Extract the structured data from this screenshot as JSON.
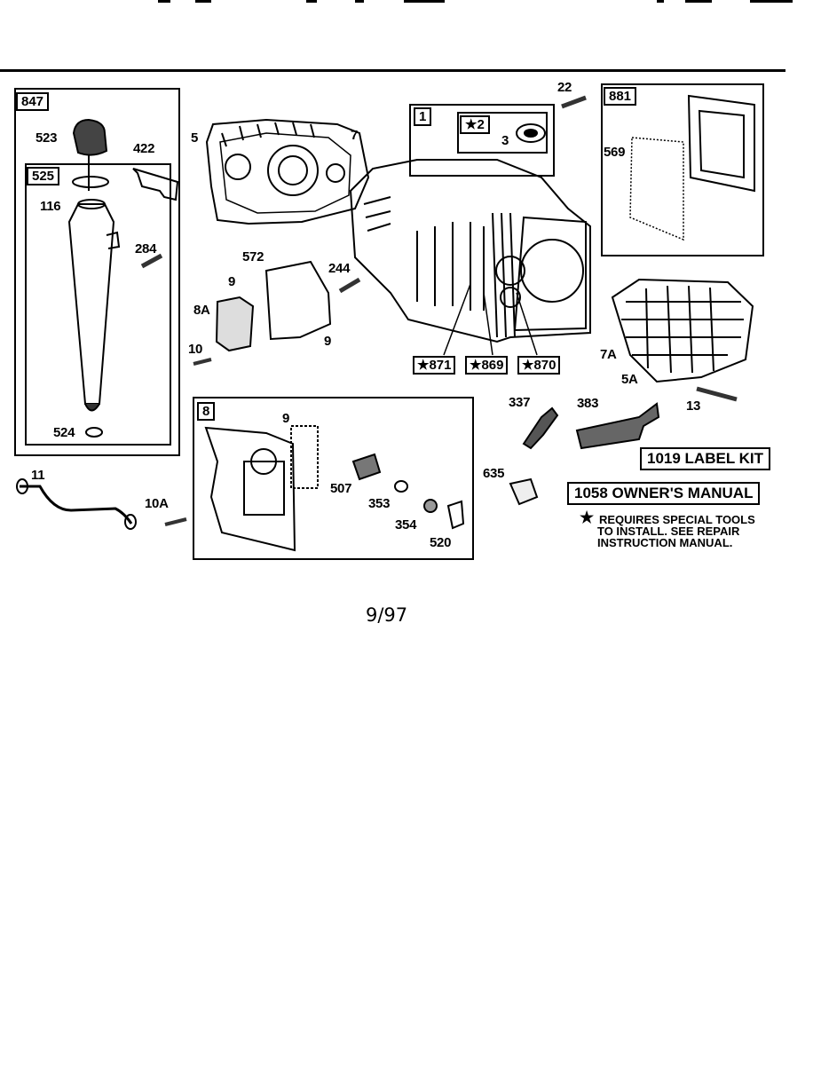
{
  "parts": {
    "847": "847",
    "523": "523",
    "525": "525",
    "116": "116",
    "524": "524",
    "422": "422",
    "284": "284",
    "5": "5",
    "7": "7",
    "1": "1",
    "2": "★2",
    "3": "3",
    "22": "22",
    "881": "881",
    "569": "569",
    "572": "572",
    "244": "244",
    "9a": "9",
    "8a": "8A",
    "9b": "9",
    "10": "10",
    "871": "★871",
    "869": "★869",
    "870": "★870",
    "7a": "7A",
    "5a": "5A",
    "13": "13",
    "8": "8",
    "9c": "9",
    "337": "337",
    "383": "383",
    "11": "11",
    "10a": "10A",
    "507": "507",
    "353": "353",
    "354": "354",
    "520": "520",
    "635": "635"
  },
  "kits": {
    "label_kit": "1019 LABEL KIT",
    "owners_manual": "1058 OWNER'S MANUAL"
  },
  "note": {
    "symbol": "★",
    "line1": "REQUIRES SPECIAL TOOLS",
    "line2": "TO INSTALL.  SEE REPAIR",
    "line3": "INSTRUCTION MANUAL."
  },
  "footer": {
    "date": "9/97"
  }
}
